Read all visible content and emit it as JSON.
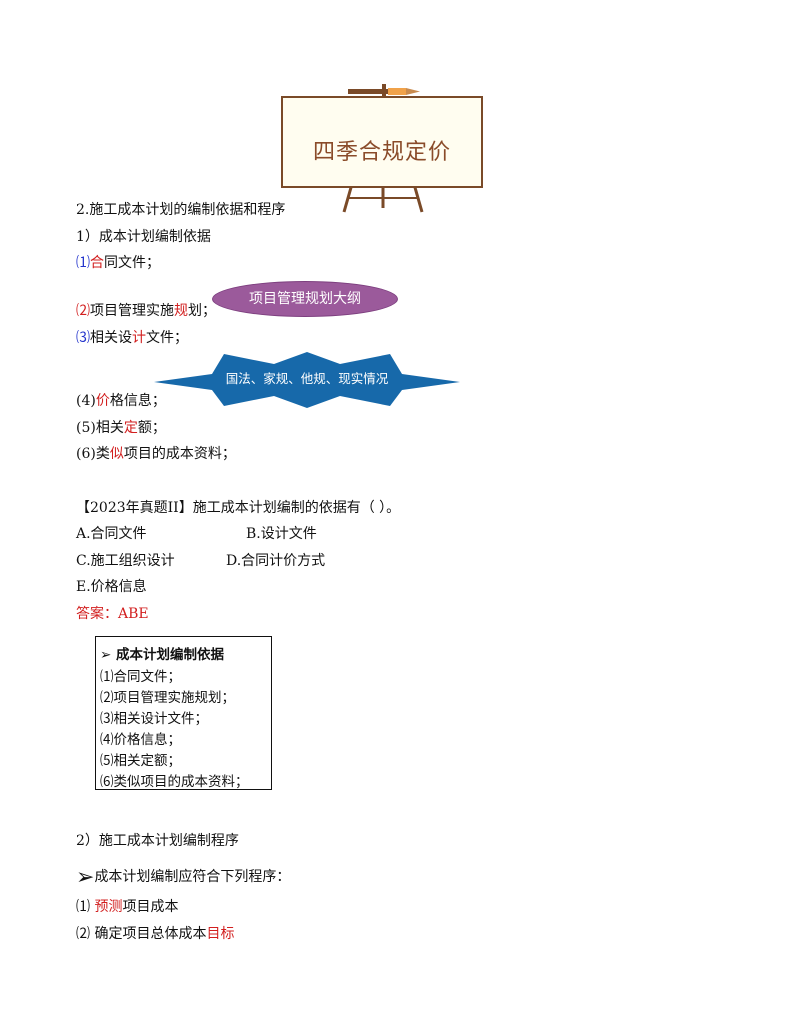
{
  "header": {
    "board_title": "四季合规定价"
  },
  "section2": {
    "heading": "2.施工成本计划的编制依据和程序",
    "sub1": "1）成本计划编制依据",
    "items": [
      {
        "num": "⑴",
        "pre": "",
        "hl": "合",
        "post": "同文件；"
      },
      {
        "num": "⑵",
        "pre": "项目管理实施",
        "hl": "规",
        "post": "划；"
      },
      {
        "num": "⑶",
        "pre": "相关设",
        "hl": "计",
        "post": "文件；"
      },
      {
        "num": "(4)",
        "pre": "",
        "hl": "价",
        "post": "格信息；"
      },
      {
        "num": "(5)",
        "pre": "相关",
        "hl": "定",
        "post": "额；"
      },
      {
        "num": "(6)",
        "pre": "类",
        "hl": "似",
        "post": "项目的成本资料；"
      }
    ]
  },
  "callouts": {
    "ellipse": "项目管理规划大纲",
    "star": "国法、家规、他规、现实情况"
  },
  "question": {
    "title": "【2023年真题II】施工成本计划编制的依据有（ ）。",
    "options": [
      "A.合同文件",
      "B.设计文件",
      "C.施工组织设计",
      "D.合同计价方式",
      "E.价格信息"
    ],
    "answer": "答案：ABE"
  },
  "summary_box": {
    "title": "成本计划编制依据",
    "arrow": "➢",
    "lines": [
      "⑴合同文件；",
      "⑵项目管理实施规划；",
      "⑶相关设计文件；",
      "⑷价格信息；",
      "⑸相关定额；",
      "⑹类似项目的成本资料；"
    ]
  },
  "procedure": {
    "heading": "2）施工成本计划编制程序",
    "arrow": "➢",
    "intro": "成本计划编制应符合下列程序：",
    "steps": [
      {
        "num": "⑴",
        "pre": "",
        "hl": "预测",
        "post": "项目成本"
      },
      {
        "num": "⑵",
        "pre": "确定项目总体成本",
        "hl": "目标",
        "post": ""
      }
    ]
  },
  "colors": {
    "highlight": "#d21f1f",
    "number_blue": "#2233cc",
    "board_brown": "#8a4b29",
    "ellipse_purple": "#9b5a9b",
    "star_blue": "#1769aa"
  }
}
